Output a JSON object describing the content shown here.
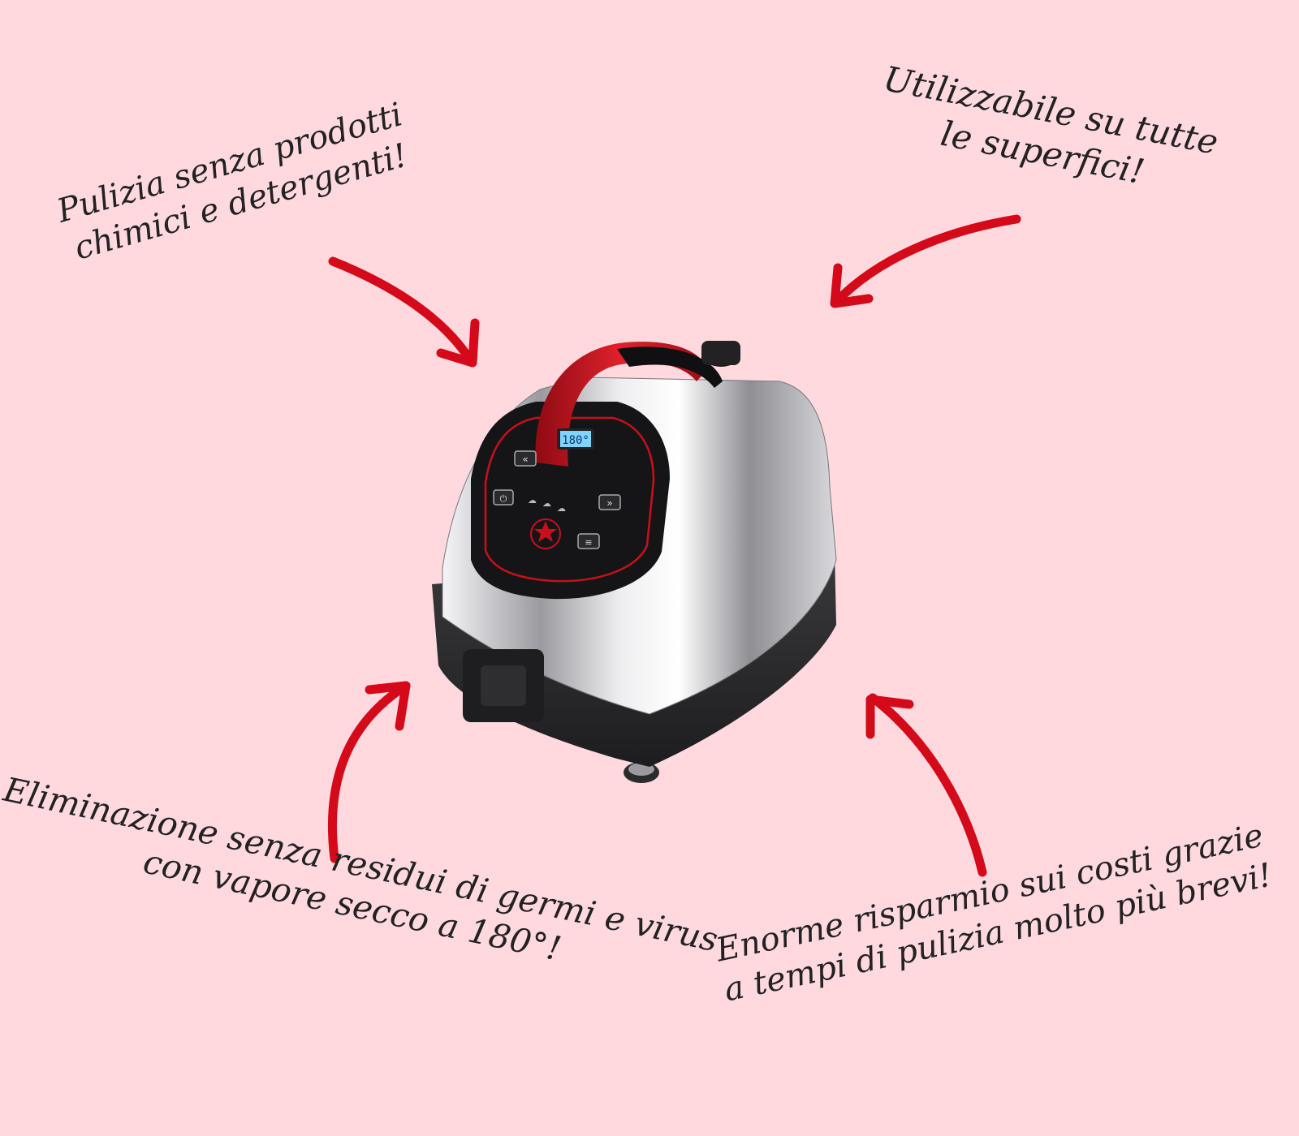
{
  "annotations": {
    "top_left": [
      "Pulizia senza prodotti",
      "chimici e detergenti!"
    ],
    "top_right": [
      "Utilizzabile su tutte",
      "le superfici!"
    ],
    "bottom_left": [
      "Eliminazione senza residui di germi e virus",
      "con vapore secco a 180°!"
    ],
    "bottom_right": [
      "Enorme risparmio sui costi grazie",
      "a tempi di pulizia molto più brevi!"
    ]
  },
  "display": {
    "temperature": "180°"
  },
  "colors": {
    "background": "#ffd9de",
    "arrow": "#d40a1a",
    "handle": "#c8101c",
    "panel": "#1a1a1a",
    "chrome": "#c9c9cc"
  },
  "icons": [
    "rewind-icon",
    "fast-forward-icon",
    "power-icon",
    "steam-icon",
    "menu-icon",
    "brand-star-logo"
  ]
}
